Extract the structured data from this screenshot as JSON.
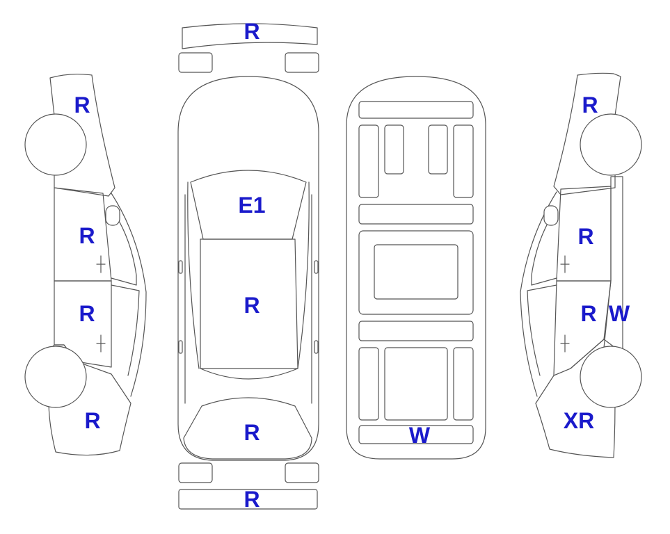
{
  "colors": {
    "damaged_fill": "#FBA92A",
    "xr_fill": "#E1F5FD",
    "label_text": "#1A1ACB",
    "outline": "#555555"
  },
  "labels": {
    "front_bumper": "R",
    "left_front_fender": "R",
    "left_front_door": "R",
    "left_rear_door": "R",
    "left_rear_quarter": "R",
    "hood": "E1",
    "roof": "R",
    "trunk": "R",
    "rear_bumper": "R",
    "floor_rear_panel": "W",
    "right_front_fender": "R",
    "right_front_door": "R",
    "right_rear_door": "R",
    "right_side_sill": "W",
    "right_rear_quarter": "XR"
  }
}
